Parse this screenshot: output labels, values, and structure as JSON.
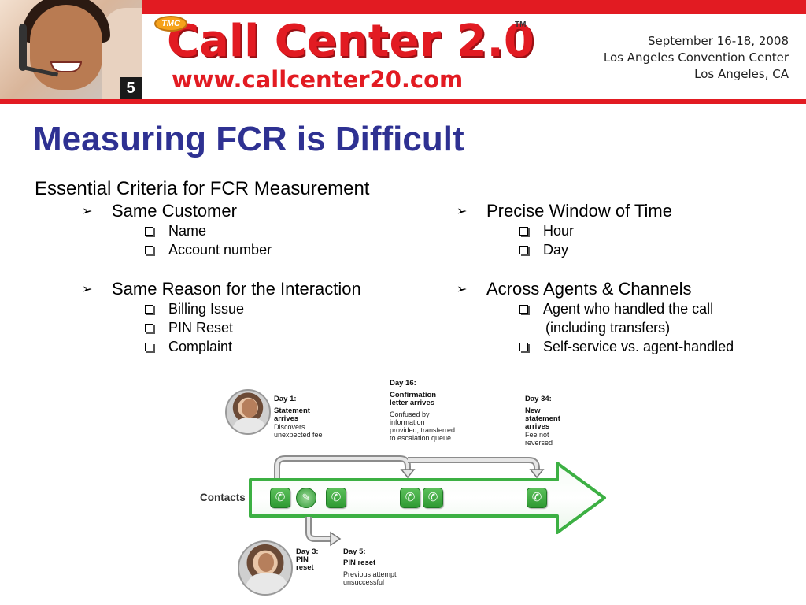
{
  "header": {
    "slide_number": "5",
    "brand_badge": "TMC",
    "brand_title": "Call Center 2.0",
    "trademark": "TM",
    "brand_url": "www.callcenter20.com",
    "event_dates": "September 16-18, 2008",
    "event_venue": "Los Angeles Convention Center",
    "event_city": "Los Angeles, CA"
  },
  "title": "Measuring FCR is Difficult",
  "intro": "Essential Criteria for FCR Measurement",
  "left_column": [
    {
      "label": "Same Customer",
      "items": [
        "Name",
        "Account number"
      ]
    },
    {
      "label": "Same Reason for the Interaction",
      "items": [
        "Billing Issue",
        "PIN Reset",
        "Complaint"
      ]
    }
  ],
  "right_column": [
    {
      "label": "Precise Window of Time",
      "items": [
        "Hour",
        "Day"
      ]
    },
    {
      "label": "Across Agents & Channels",
      "items": [
        "Agent who handled the call",
        "(including transfers)",
        "Self-service vs. agent-handled"
      ]
    }
  ],
  "diagram": {
    "contacts_label": "Contacts",
    "events": [
      {
        "day": "Day 1:",
        "headline": "Statement arrives",
        "detail": "Discovers unexpected fee"
      },
      {
        "day": "Day 16:",
        "headline": "Confirmation letter arrives",
        "detail": "Confused by information provided; transferred to escalation queue"
      },
      {
        "day": "Day 34:",
        "headline": "New statement arrives",
        "detail": "Fee not reversed"
      },
      {
        "day": "Day 3:",
        "headline": "PIN reset",
        "detail": ""
      },
      {
        "day": "Day 5:",
        "headline": "PIN reset",
        "detail": "Previous attempt unsuccessful"
      }
    ],
    "icons": [
      "phone-icon",
      "chat-icon",
      "phone-icon",
      "phone-icon",
      "phone-icon",
      "phone-icon"
    ]
  },
  "colors": {
    "brand_red": "#e21b22",
    "title_blue": "#2e3192",
    "arrow_green": "#3cb043"
  }
}
